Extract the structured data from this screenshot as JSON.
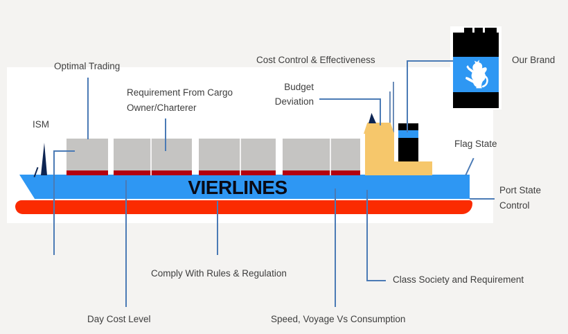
{
  "colors": {
    "bg": "#f4f3f1",
    "panel": "#ffffff",
    "accentblue": "#2e97f3",
    "keel": "#fb2b01",
    "container": "#c5c4c2",
    "stripe": "#b4000f",
    "tan": "#f6c76b",
    "navy": "#0d2553",
    "black": "#000000",
    "line": "#4a7ab5",
    "text": "#3d3d3d",
    "name": "#0a0a14"
  },
  "ship": {
    "name": "VIERLINES"
  },
  "labels": {
    "optimal_trading": "Optimal Trading",
    "requirement": "Requirement From Cargo\nOwner/Charterer",
    "ism": "ISM",
    "cost_control": "Cost Control & Effectiveness",
    "budget_deviation": "Budget\nDeviation",
    "our_brand": "Our Brand",
    "flag_state": "Flag State",
    "port_state_control": "Port State\nControl",
    "comply": "Comply With Rules & Regulation",
    "class_society": "Class Society and Requirement",
    "day_cost_level": "Day Cost Level",
    "speed_voyage": "Speed, Voyage Vs Consumption"
  }
}
